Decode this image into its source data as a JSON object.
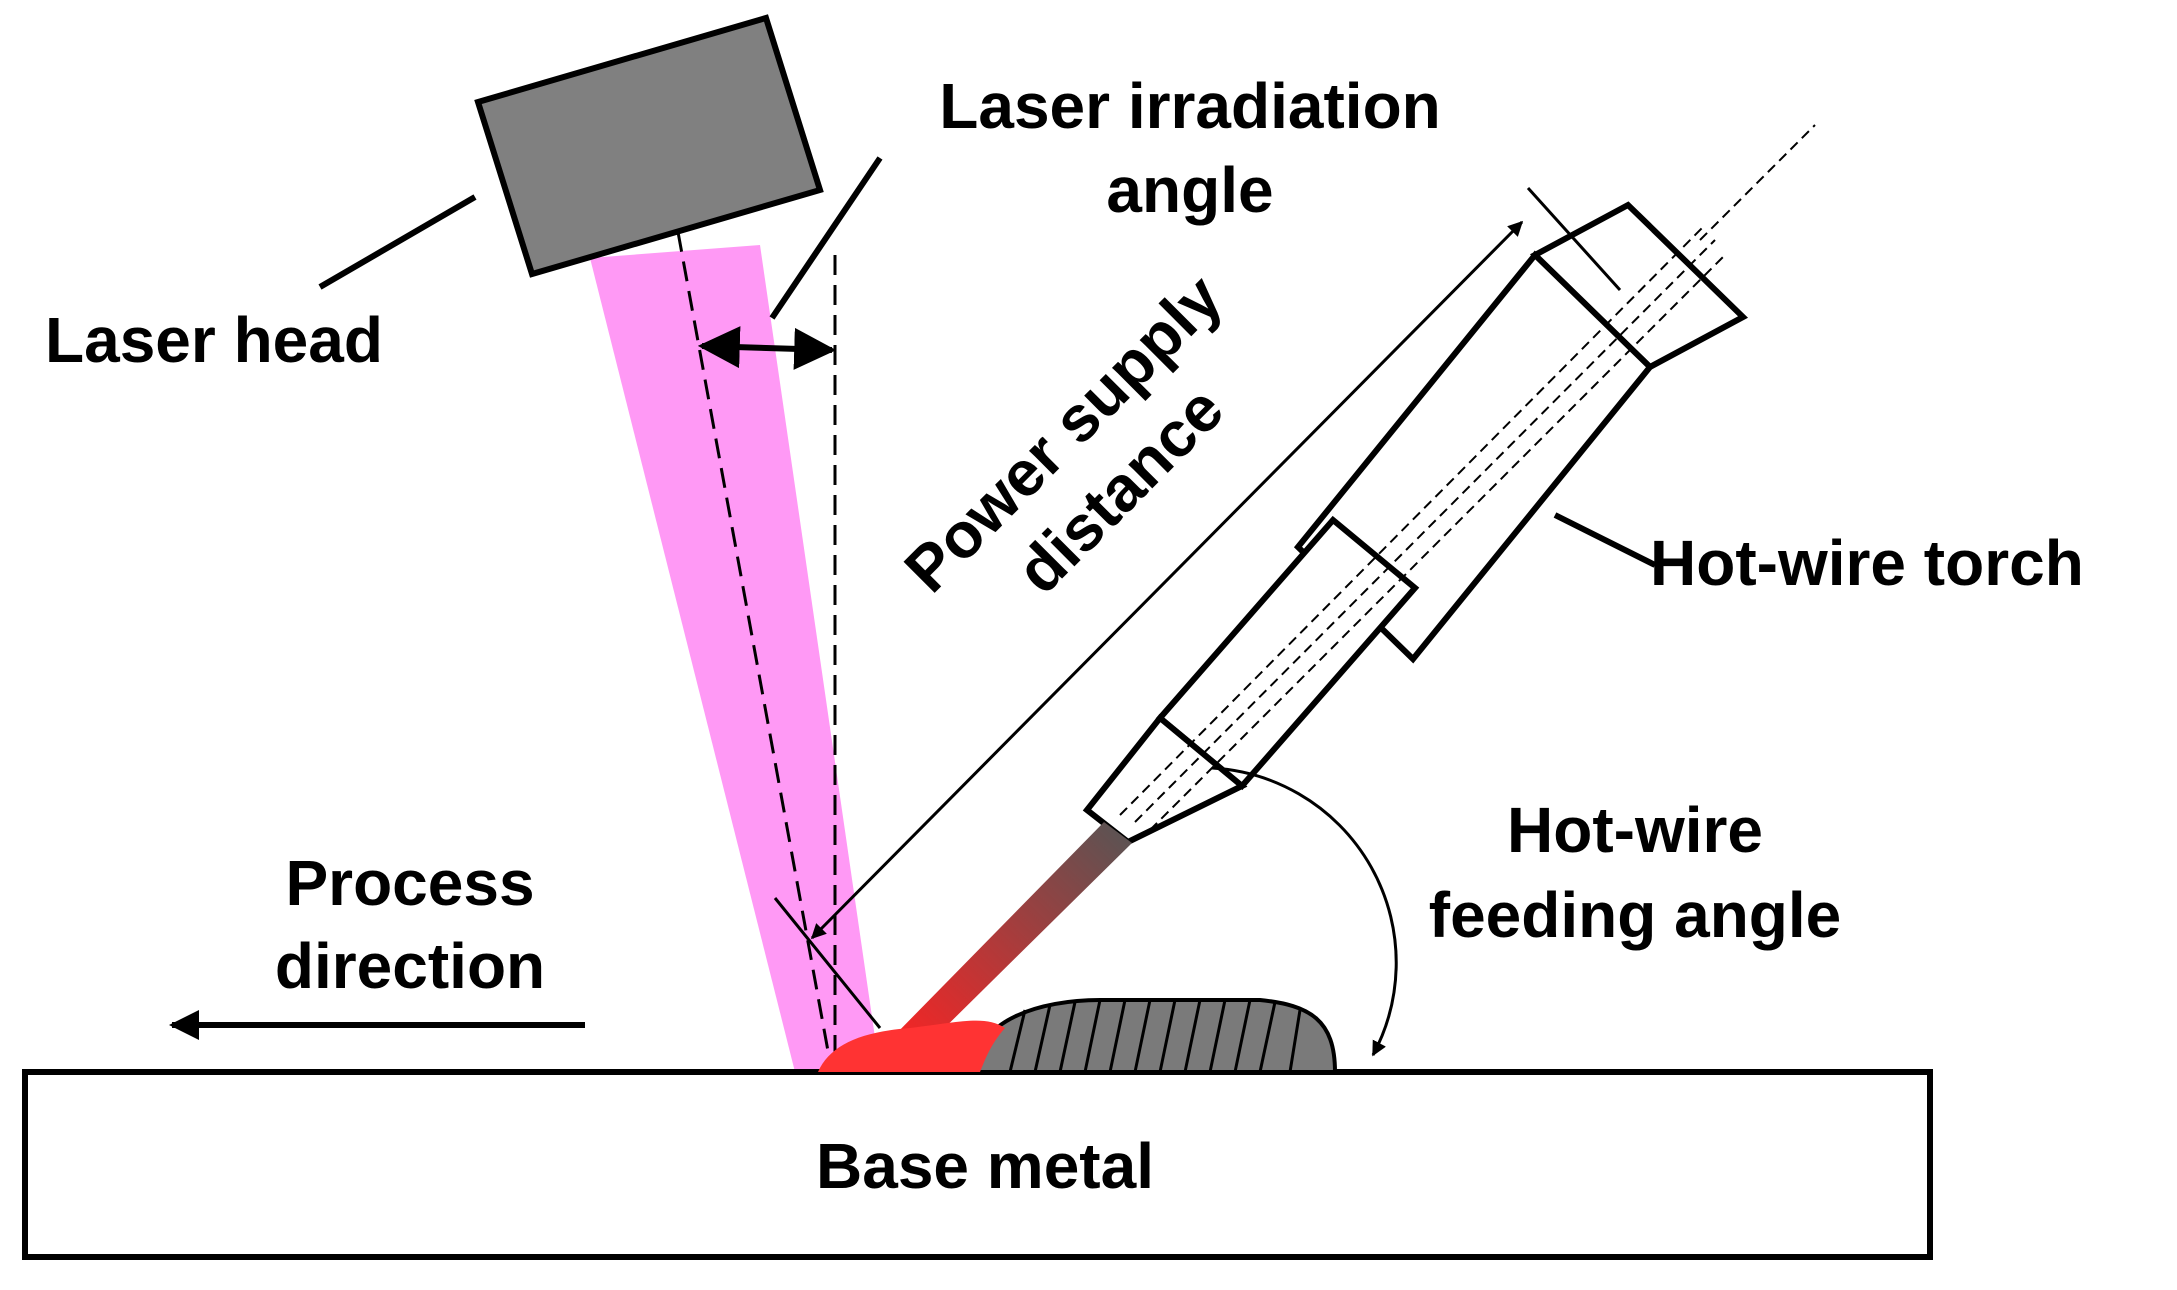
{
  "labels": {
    "laser_head": "Laser head",
    "laser_irradiation_angle_line1": "Laser irradiation",
    "laser_irradiation_angle_line2": "angle",
    "power_supply_distance_line1": "Power supply",
    "power_supply_distance_line2": "distance",
    "hot_wire_torch": "Hot-wire torch",
    "hot_wire_feeding_angle_line1": "Hot-wire",
    "hot_wire_feeding_angle_line2": "feeding angle",
    "process_direction_line1": "Process",
    "process_direction_line2": "direction",
    "base_metal": "Base metal"
  },
  "colors": {
    "laser_beam": "#ff99f5",
    "laser_head": "#808080",
    "bead": "#7a7a7a",
    "melt_pool": "#ff3333",
    "wire_gradient_top": "#555555",
    "wire_gradient_bottom": "#ff2222",
    "outline": "#000000",
    "background": "#ffffff"
  }
}
